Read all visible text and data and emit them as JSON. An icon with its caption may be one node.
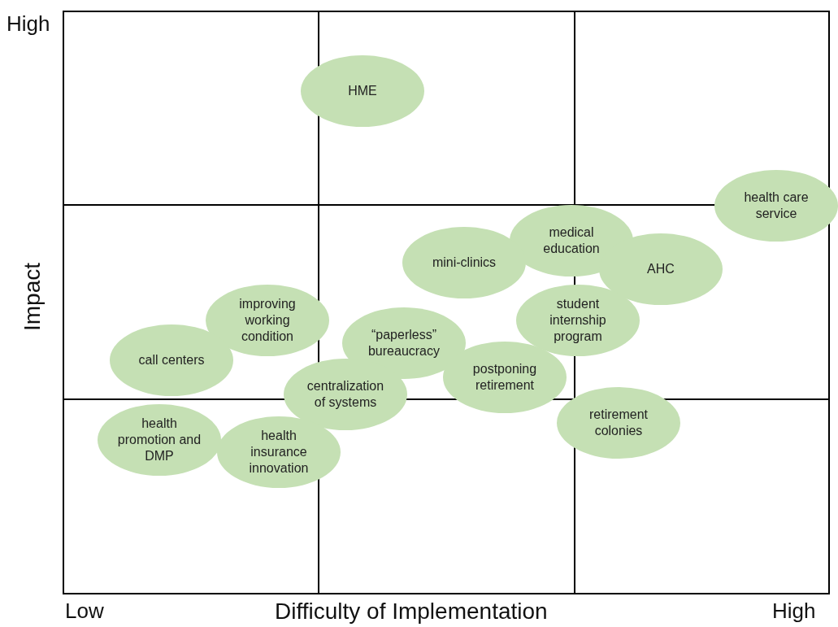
{
  "diagram": {
    "nodes": [
      {
        "text": [
          "HME"
        ]
      },
      {
        "text": [
          "health care service"
        ]
      },
      {
        "text": [
          "medical education"
        ]
      },
      {
        "text": [
          "mini-clinics"
        ]
      },
      {
        "text": [
          "AHC"
        ]
      },
      {
        "text": [
          "improving working condition"
        ]
      },
      {
        "text": [
          "student internship program"
        ]
      },
      {
        "text": [
          "“paperless” bureaucracy"
        ]
      },
      {
        "text": [
          "call centers"
        ]
      },
      {
        "text": [
          "postponing retirement"
        ]
      },
      {
        "text": [
          "centralization of systems"
        ]
      },
      {
        "text": [
          "retirement colonies"
        ]
      },
      {
        "text": [
          "health promotion and DMP"
        ]
      },
      {
        "text": [
          "health insurance innovation"
        ]
      }
    ],
    "edges": [],
    "labels": [
      "High",
      "Impact",
      "Low",
      "Difficulty of Implementation",
      "High"
    ]
  }
}
